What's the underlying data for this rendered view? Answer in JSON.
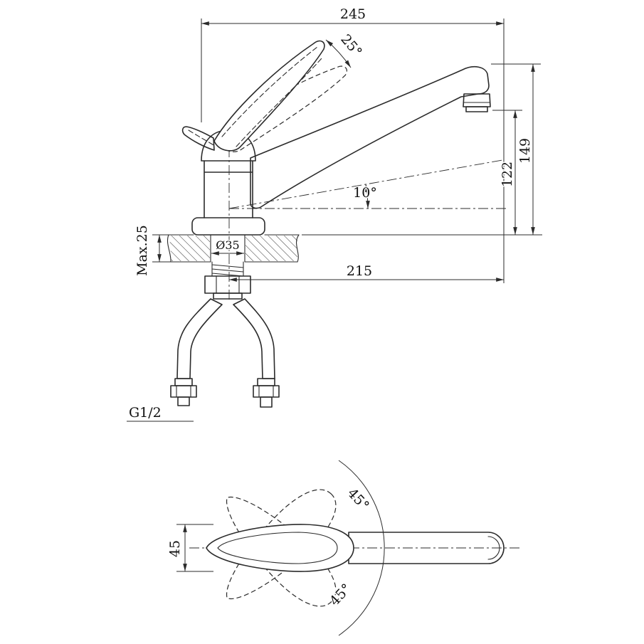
{
  "colors": {
    "line": "#2b2b2b",
    "background": "#ffffff"
  },
  "drawing": {
    "side": {
      "overall_width": "245",
      "handle_angle": "25°",
      "total_height": "149",
      "outlet_height": "122",
      "spout_angle": "10°",
      "spout_reach": "215",
      "max_counter": "Max.25",
      "hole_dia": "Ø35",
      "thread": "G1/2"
    },
    "plan": {
      "swing_up": "45°",
      "swing_down": "45°",
      "handle_width": "45"
    }
  }
}
